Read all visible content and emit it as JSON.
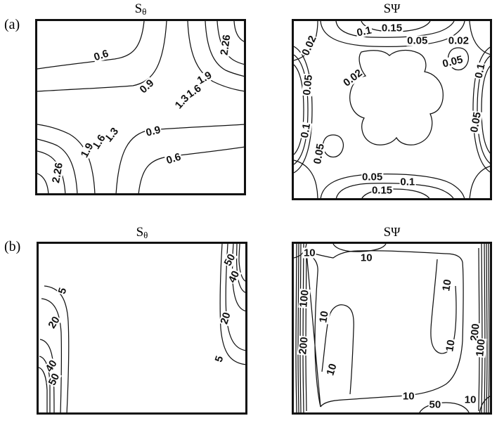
{
  "figure": {
    "rows": [
      {
        "tag": "(a)"
      },
      {
        "tag": "(b)"
      }
    ],
    "panels": [
      {
        "id": "a-theta",
        "title_base": "S",
        "title_sub": "θ"
      },
      {
        "id": "a-psi",
        "title_base": "S",
        "title_sub": "Ψ"
      },
      {
        "id": "b-theta",
        "title_base": "S",
        "title_sub": "θ"
      },
      {
        "id": "b-psi",
        "title_base": "S",
        "title_sub": "Ψ"
      }
    ]
  },
  "chart_data": [
    {
      "type": "contour",
      "panel": "a-theta",
      "row": "(a)",
      "title": "Sθ",
      "levels": [
        0.6,
        0.9,
        1.3,
        1.6,
        1.9,
        2.26
      ],
      "level_labels": [
        "0.6",
        "0.9",
        "1.3",
        "1.6",
        "1.9",
        "2.26"
      ],
      "grid": false,
      "description": "Entropy generation due to heat transfer; point-symmetric pattern with maxima at upper-right and lower-left corners",
      "labels": [
        {
          "text": "0.6",
          "x": 0.31,
          "y": 0.2,
          "rot": -18
        },
        {
          "text": "0.9",
          "x": 0.53,
          "y": 0.38,
          "rot": -42
        },
        {
          "text": "2.26",
          "x": 0.91,
          "y": 0.14,
          "rot": -82
        },
        {
          "text": "1.9",
          "x": 0.81,
          "y": 0.33,
          "rot": -30
        },
        {
          "text": "1.6",
          "x": 0.76,
          "y": 0.41,
          "rot": -34
        },
        {
          "text": "1.3",
          "x": 0.7,
          "y": 0.47,
          "rot": -48
        },
        {
          "text": "0.9",
          "x": 0.56,
          "y": 0.64,
          "rot": -14
        },
        {
          "text": "0.6",
          "x": 0.66,
          "y": 0.8,
          "rot": -18
        },
        {
          "text": "1.3",
          "x": 0.36,
          "y": 0.66,
          "rot": -52
        },
        {
          "text": "1.6",
          "x": 0.3,
          "y": 0.7,
          "rot": -58
        },
        {
          "text": "1.9",
          "x": 0.24,
          "y": 0.75,
          "rot": -62
        },
        {
          "text": "2.26",
          "x": 0.1,
          "y": 0.88,
          "rot": -80
        }
      ]
    },
    {
      "type": "contour",
      "panel": "a-psi",
      "row": "(a)",
      "title": "SΨ",
      "levels": [
        0.02,
        0.05,
        0.1,
        0.15
      ],
      "level_labels": [
        "0.02",
        "0.05",
        "0.1",
        "0.15"
      ],
      "grid": false,
      "description": "Entropy generation due to fluid friction; near-zero core with a closed 0.02 contour, rising toward all four walls",
      "labels": [
        {
          "text": "0.02",
          "x": 0.08,
          "y": 0.14,
          "rot": -66
        },
        {
          "text": "0.1",
          "x": 0.36,
          "y": 0.06,
          "rot": -12
        },
        {
          "text": "0.15",
          "x": 0.5,
          "y": 0.04,
          "rot": 0
        },
        {
          "text": "0.05",
          "x": 0.63,
          "y": 0.11,
          "rot": 0
        },
        {
          "text": "0.02",
          "x": 0.84,
          "y": 0.11,
          "rot": 0
        },
        {
          "text": "0.05",
          "x": 0.81,
          "y": 0.23,
          "rot": -14
        },
        {
          "text": "0.02",
          "x": 0.3,
          "y": 0.32,
          "rot": -38
        },
        {
          "text": "0.1",
          "x": 0.95,
          "y": 0.28,
          "rot": -78
        },
        {
          "text": "0.05",
          "x": 0.93,
          "y": 0.57,
          "rot": -80
        },
        {
          "text": "0.05",
          "x": 0.07,
          "y": 0.36,
          "rot": -84
        },
        {
          "text": "0.1",
          "x": 0.06,
          "y": 0.62,
          "rot": -80
        },
        {
          "text": "0.05",
          "x": 0.13,
          "y": 0.75,
          "rot": -80
        },
        {
          "text": "0.05",
          "x": 0.4,
          "y": 0.88,
          "rot": 0
        },
        {
          "text": "0.1",
          "x": 0.58,
          "y": 0.91,
          "rot": 0
        },
        {
          "text": "0.15",
          "x": 0.45,
          "y": 0.955,
          "rot": 0
        }
      ]
    },
    {
      "type": "contour",
      "panel": "b-theta",
      "row": "(b)",
      "title": "Sθ",
      "levels": [
        5,
        20,
        40,
        50
      ],
      "level_labels": [
        "5",
        "20",
        "40",
        "50"
      ],
      "grid": false,
      "description": "Entropy generation due to heat transfer at high Rayleigh number; steep thermal boundary layers hugging the left and right vertical walls, quiescent core",
      "labels": [
        {
          "text": "5",
          "x": 0.115,
          "y": 0.28,
          "rot": -72
        },
        {
          "text": "20",
          "x": 0.075,
          "y": 0.465,
          "rot": -58
        },
        {
          "text": "40",
          "x": 0.06,
          "y": 0.725,
          "rot": -56
        },
        {
          "text": "50",
          "x": 0.075,
          "y": 0.805,
          "rot": -64
        },
        {
          "text": "50",
          "x": 0.925,
          "y": 0.095,
          "rot": -62
        },
        {
          "text": "40",
          "x": 0.945,
          "y": 0.195,
          "rot": -64
        },
        {
          "text": "20",
          "x": 0.905,
          "y": 0.44,
          "rot": -72
        },
        {
          "text": "5",
          "x": 0.875,
          "y": 0.685,
          "rot": -72
        }
      ]
    },
    {
      "type": "contour",
      "panel": "b-psi",
      "row": "(b)",
      "title": "SΨ",
      "levels": [
        10,
        50,
        100,
        200
      ],
      "level_labels": [
        "10",
        "50",
        "100",
        "200"
      ],
      "grid": false,
      "description": "Entropy generation due to fluid friction at high Rayleigh number; very large values in thin viscous layers along the side walls, 10-contour enclosing the core",
      "labels": [
        {
          "text": "10",
          "x": 0.08,
          "y": 0.055,
          "rot": 0
        },
        {
          "text": "10",
          "x": 0.37,
          "y": 0.085,
          "rot": 0
        },
        {
          "text": "100",
          "x": 0.055,
          "y": 0.325,
          "rot": -84
        },
        {
          "text": "10",
          "x": 0.155,
          "y": 0.435,
          "rot": -80
        },
        {
          "text": "200",
          "x": 0.05,
          "y": 0.605,
          "rot": -84
        },
        {
          "text": "10",
          "x": 0.195,
          "y": 0.745,
          "rot": -72
        },
        {
          "text": "10",
          "x": 0.78,
          "y": 0.245,
          "rot": -80
        },
        {
          "text": "10",
          "x": 0.8,
          "y": 0.605,
          "rot": -80
        },
        {
          "text": "200",
          "x": 0.925,
          "y": 0.525,
          "rot": -84
        },
        {
          "text": "100",
          "x": 0.955,
          "y": 0.615,
          "rot": -84
        },
        {
          "text": "10",
          "x": 0.585,
          "y": 0.905,
          "rot": 0
        },
        {
          "text": "50",
          "x": 0.72,
          "y": 0.955,
          "rot": 0
        },
        {
          "text": "10",
          "x": 0.9,
          "y": 0.925,
          "rot": 0
        }
      ]
    }
  ]
}
